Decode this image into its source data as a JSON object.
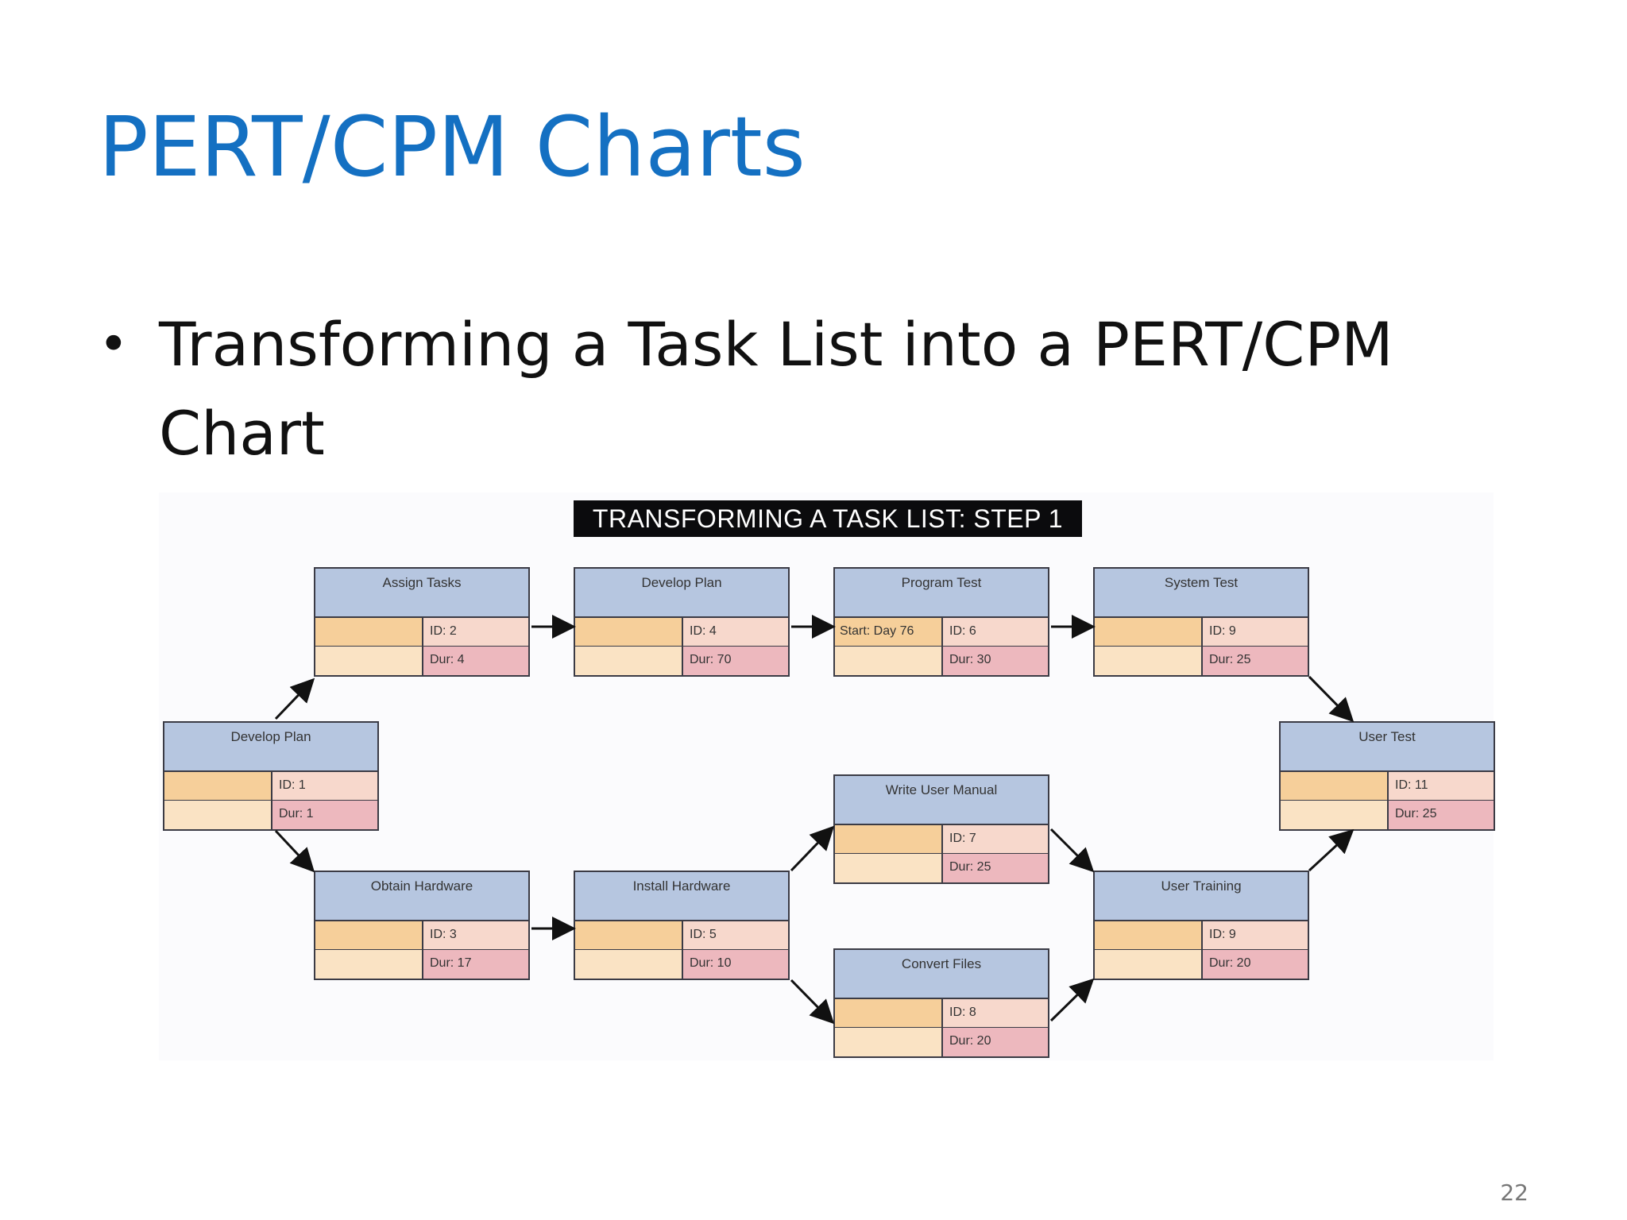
{
  "slide": {
    "title": "PERT/CPM Charts",
    "bullet": "Transforming a Task List into a PERT/CPM Chart",
    "page_number": "22"
  },
  "diagram": {
    "title": "TRANSFORMING A TASK LIST: STEP 1",
    "nodes": [
      {
        "name": "Develop Plan",
        "left": "",
        "id": "ID: 1",
        "dur": "Dur: 1"
      },
      {
        "name": "Assign Tasks",
        "left": "",
        "id": "ID: 2",
        "dur": "Dur: 4"
      },
      {
        "name": "Develop Plan",
        "left": "",
        "id": "ID: 4",
        "dur": "Dur: 70"
      },
      {
        "name": "Program Test",
        "left": "Start: Day 76",
        "id": "ID: 6",
        "dur": "Dur: 30"
      },
      {
        "name": "System Test",
        "left": "",
        "id": "ID: 9",
        "dur": "Dur: 25"
      },
      {
        "name": "User Test",
        "left": "",
        "id": "ID: 11",
        "dur": "Dur: 25"
      },
      {
        "name": "Write User Manual",
        "left": "",
        "id": "ID: 7",
        "dur": "Dur: 25"
      },
      {
        "name": "Obtain Hardware",
        "left": "",
        "id": "ID: 3",
        "dur": "Dur: 17"
      },
      {
        "name": "Install Hardware",
        "left": "",
        "id": "ID: 5",
        "dur": "Dur: 10"
      },
      {
        "name": "User Training",
        "left": "",
        "id": "ID: 9",
        "dur": "Dur: 20"
      },
      {
        "name": "Convert Files",
        "left": "",
        "id": "ID: 8",
        "dur": "Dur: 20"
      }
    ]
  }
}
